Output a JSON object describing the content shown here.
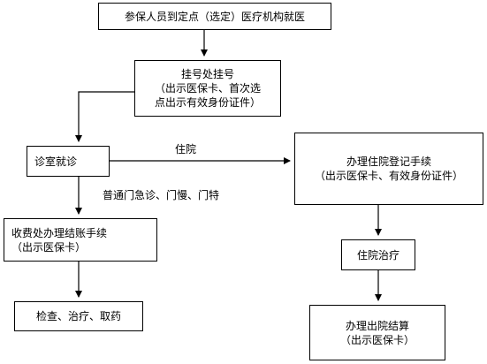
{
  "nodes": {
    "start": "参保人员到定点（选定）医疗机构就医",
    "register": {
      "line1": "挂号处挂号",
      "line2": "（出示医保卡、首次选",
      "line3": "点出示有效身份证件）"
    },
    "clinic": "诊室就诊",
    "admission": {
      "line1": "办理住院登记手续",
      "line2": "（出示医保卡、有效身份证件）"
    },
    "billing": {
      "line1": "收费处办理结账手续",
      "line2": "（出示医保卡）"
    },
    "treatment": "住院治疗",
    "exam": "检查、治疗、取药",
    "discharge": {
      "line1": "办理出院结算",
      "line2": "（出示医保卡）"
    }
  },
  "edge_labels": {
    "inpatient": "住院",
    "outpatient": "普通门急诊、门慢、门特"
  }
}
